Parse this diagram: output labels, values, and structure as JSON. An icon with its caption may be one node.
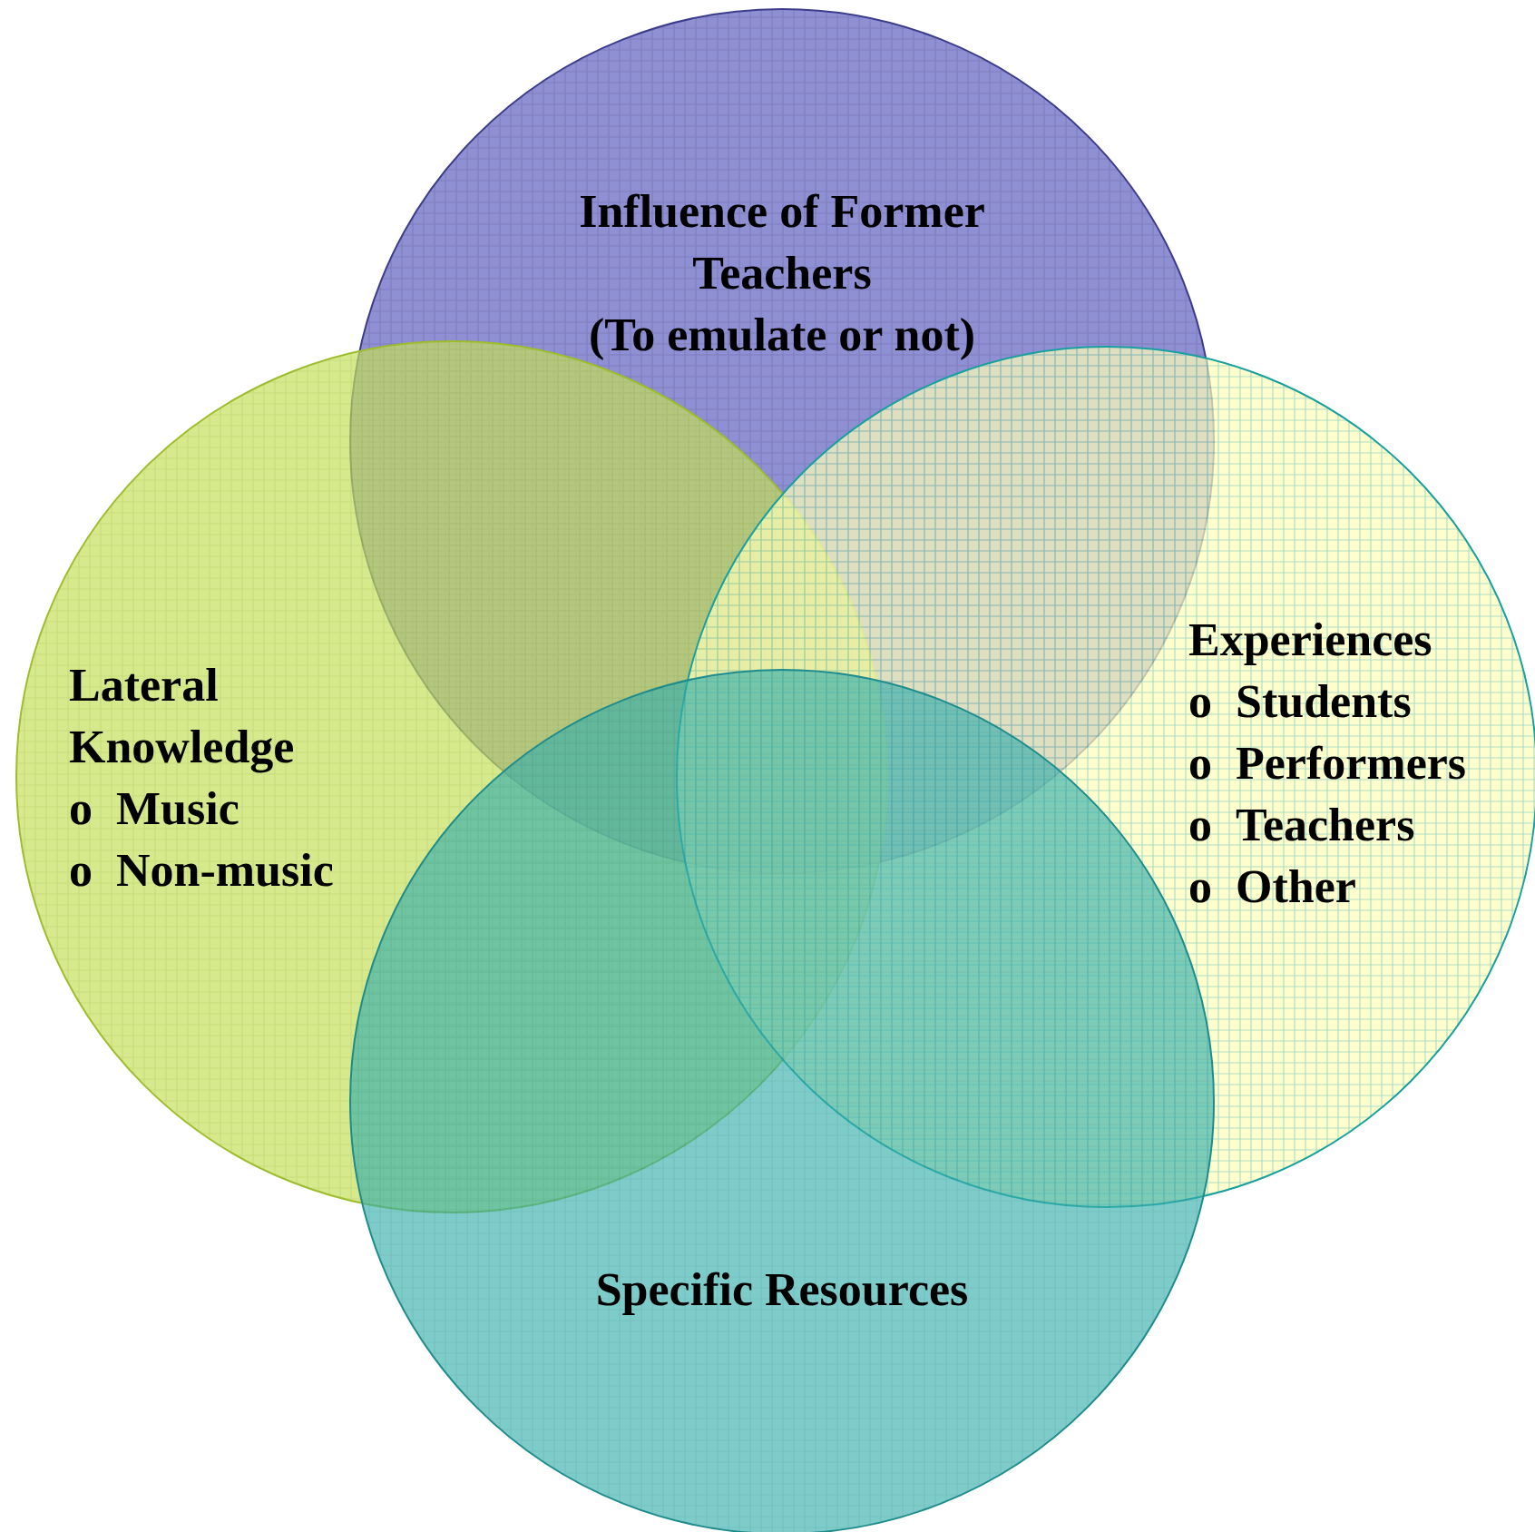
{
  "diagram": {
    "nodes": [
      {
        "text": [
          "Influence of Former Teachers",
          "(To emulate or not)"
        ]
      },
      {
        "text": [
          "Lateral Knowledge",
          "o\tMusic",
          "o\tNon-music"
        ]
      },
      {
        "text": [
          "Experiences",
          "o\tStudents",
          "o\tPerformers",
          "o\tTeachers",
          "o\tOther"
        ]
      },
      {
        "text": [
          "Specific Resources"
        ]
      }
    ],
    "edges": []
  }
}
